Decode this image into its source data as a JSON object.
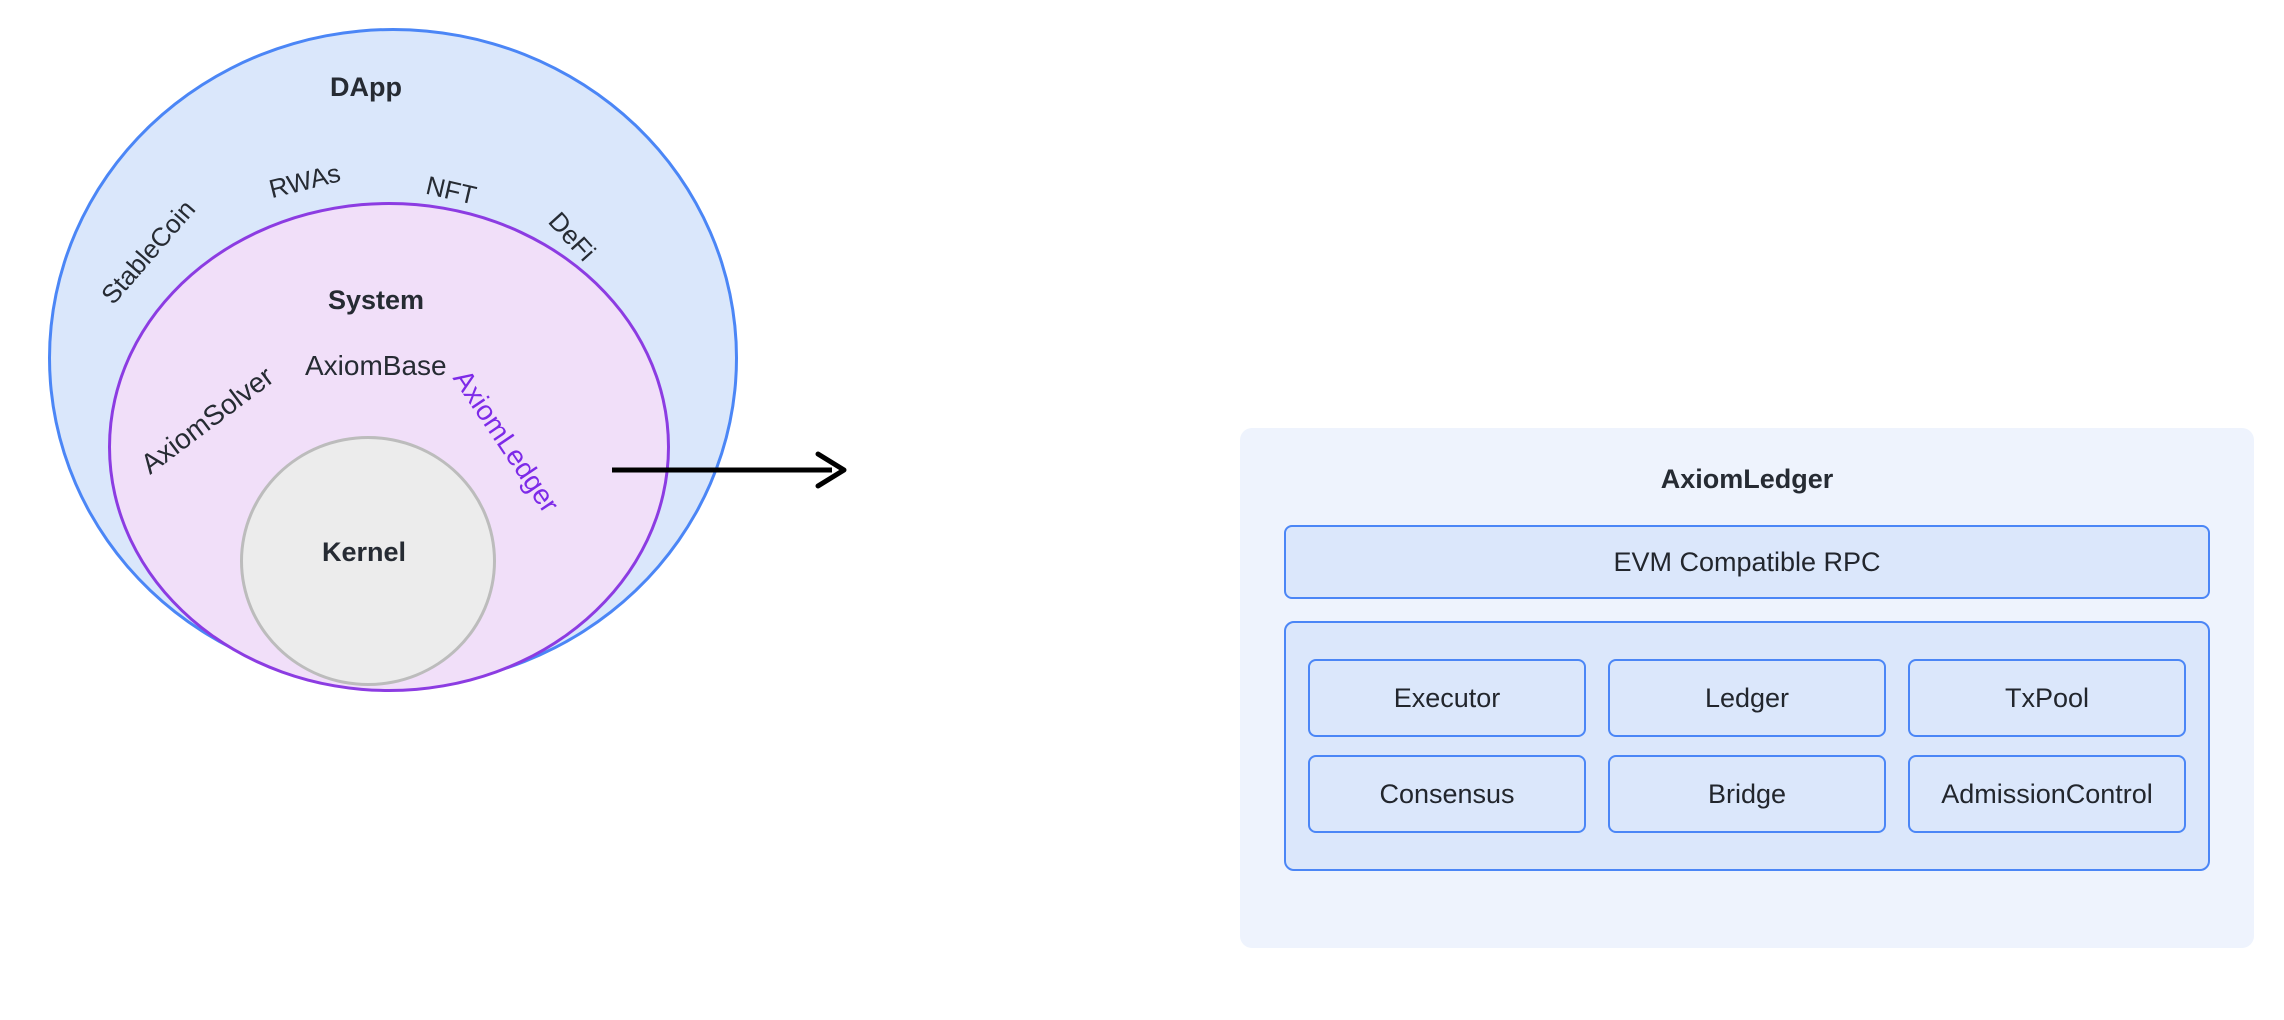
{
  "diagram": {
    "rings": [
      {
        "key": "dapp",
        "label": "DApp",
        "fill": "#dae7fb",
        "stroke": "#4b86f6"
      },
      {
        "key": "system",
        "label": "System",
        "fill": "#f1dff9",
        "stroke": "#8c3ce2"
      },
      {
        "key": "kernel",
        "label": "Kernel",
        "fill": "#ececec",
        "stroke": "#bcbcbc"
      }
    ],
    "dapp_items": [
      {
        "label": "StableCoin",
        "rotation": -49
      },
      {
        "label": "RWAs",
        "rotation": -14
      },
      {
        "label": "NFT",
        "rotation": 13
      },
      {
        "label": "DeFi",
        "rotation": 48
      }
    ],
    "system_items": [
      {
        "label": "AxiomSolver",
        "rotation": -37,
        "color": "#262b33"
      },
      {
        "label": "AxiomBase",
        "rotation": 0,
        "color": "#262b33"
      },
      {
        "label": "AxiomLedger",
        "rotation": 56,
        "color": "#7d2ae8"
      }
    ],
    "connector": {
      "icon": "arrow-right-icon",
      "color": "#000000"
    }
  },
  "ledger_panel": {
    "title": "AxiomLedger",
    "rpc_layer": "EVM Compatible RPC",
    "modules": [
      [
        "Executor",
        "Ledger",
        "TxPool"
      ],
      [
        "Consensus",
        "Bridge",
        "AdmissionControl"
      ]
    ],
    "accent": "#4b86f6",
    "background": "#eef3fd",
    "box_fill": "#dbe7fb"
  }
}
